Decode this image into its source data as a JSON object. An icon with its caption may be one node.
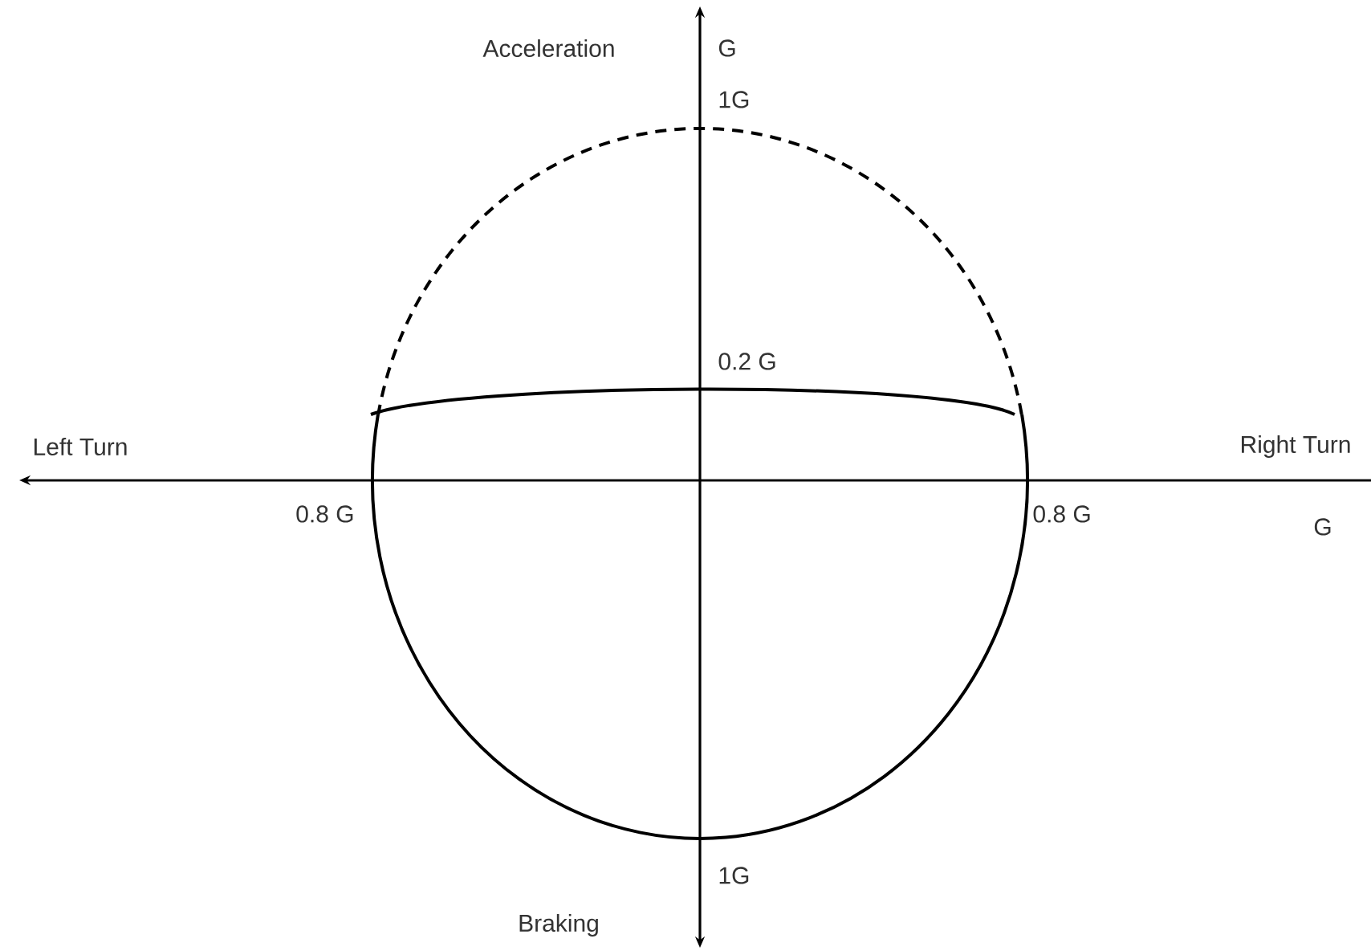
{
  "diagram": {
    "labels": [
      "Acceleration",
      "G",
      "1G",
      "0.2 G",
      "Left Turn",
      "Right Turn",
      "0.8 G",
      "0.8 G",
      "G",
      "1G",
      "Braking"
    ]
  }
}
